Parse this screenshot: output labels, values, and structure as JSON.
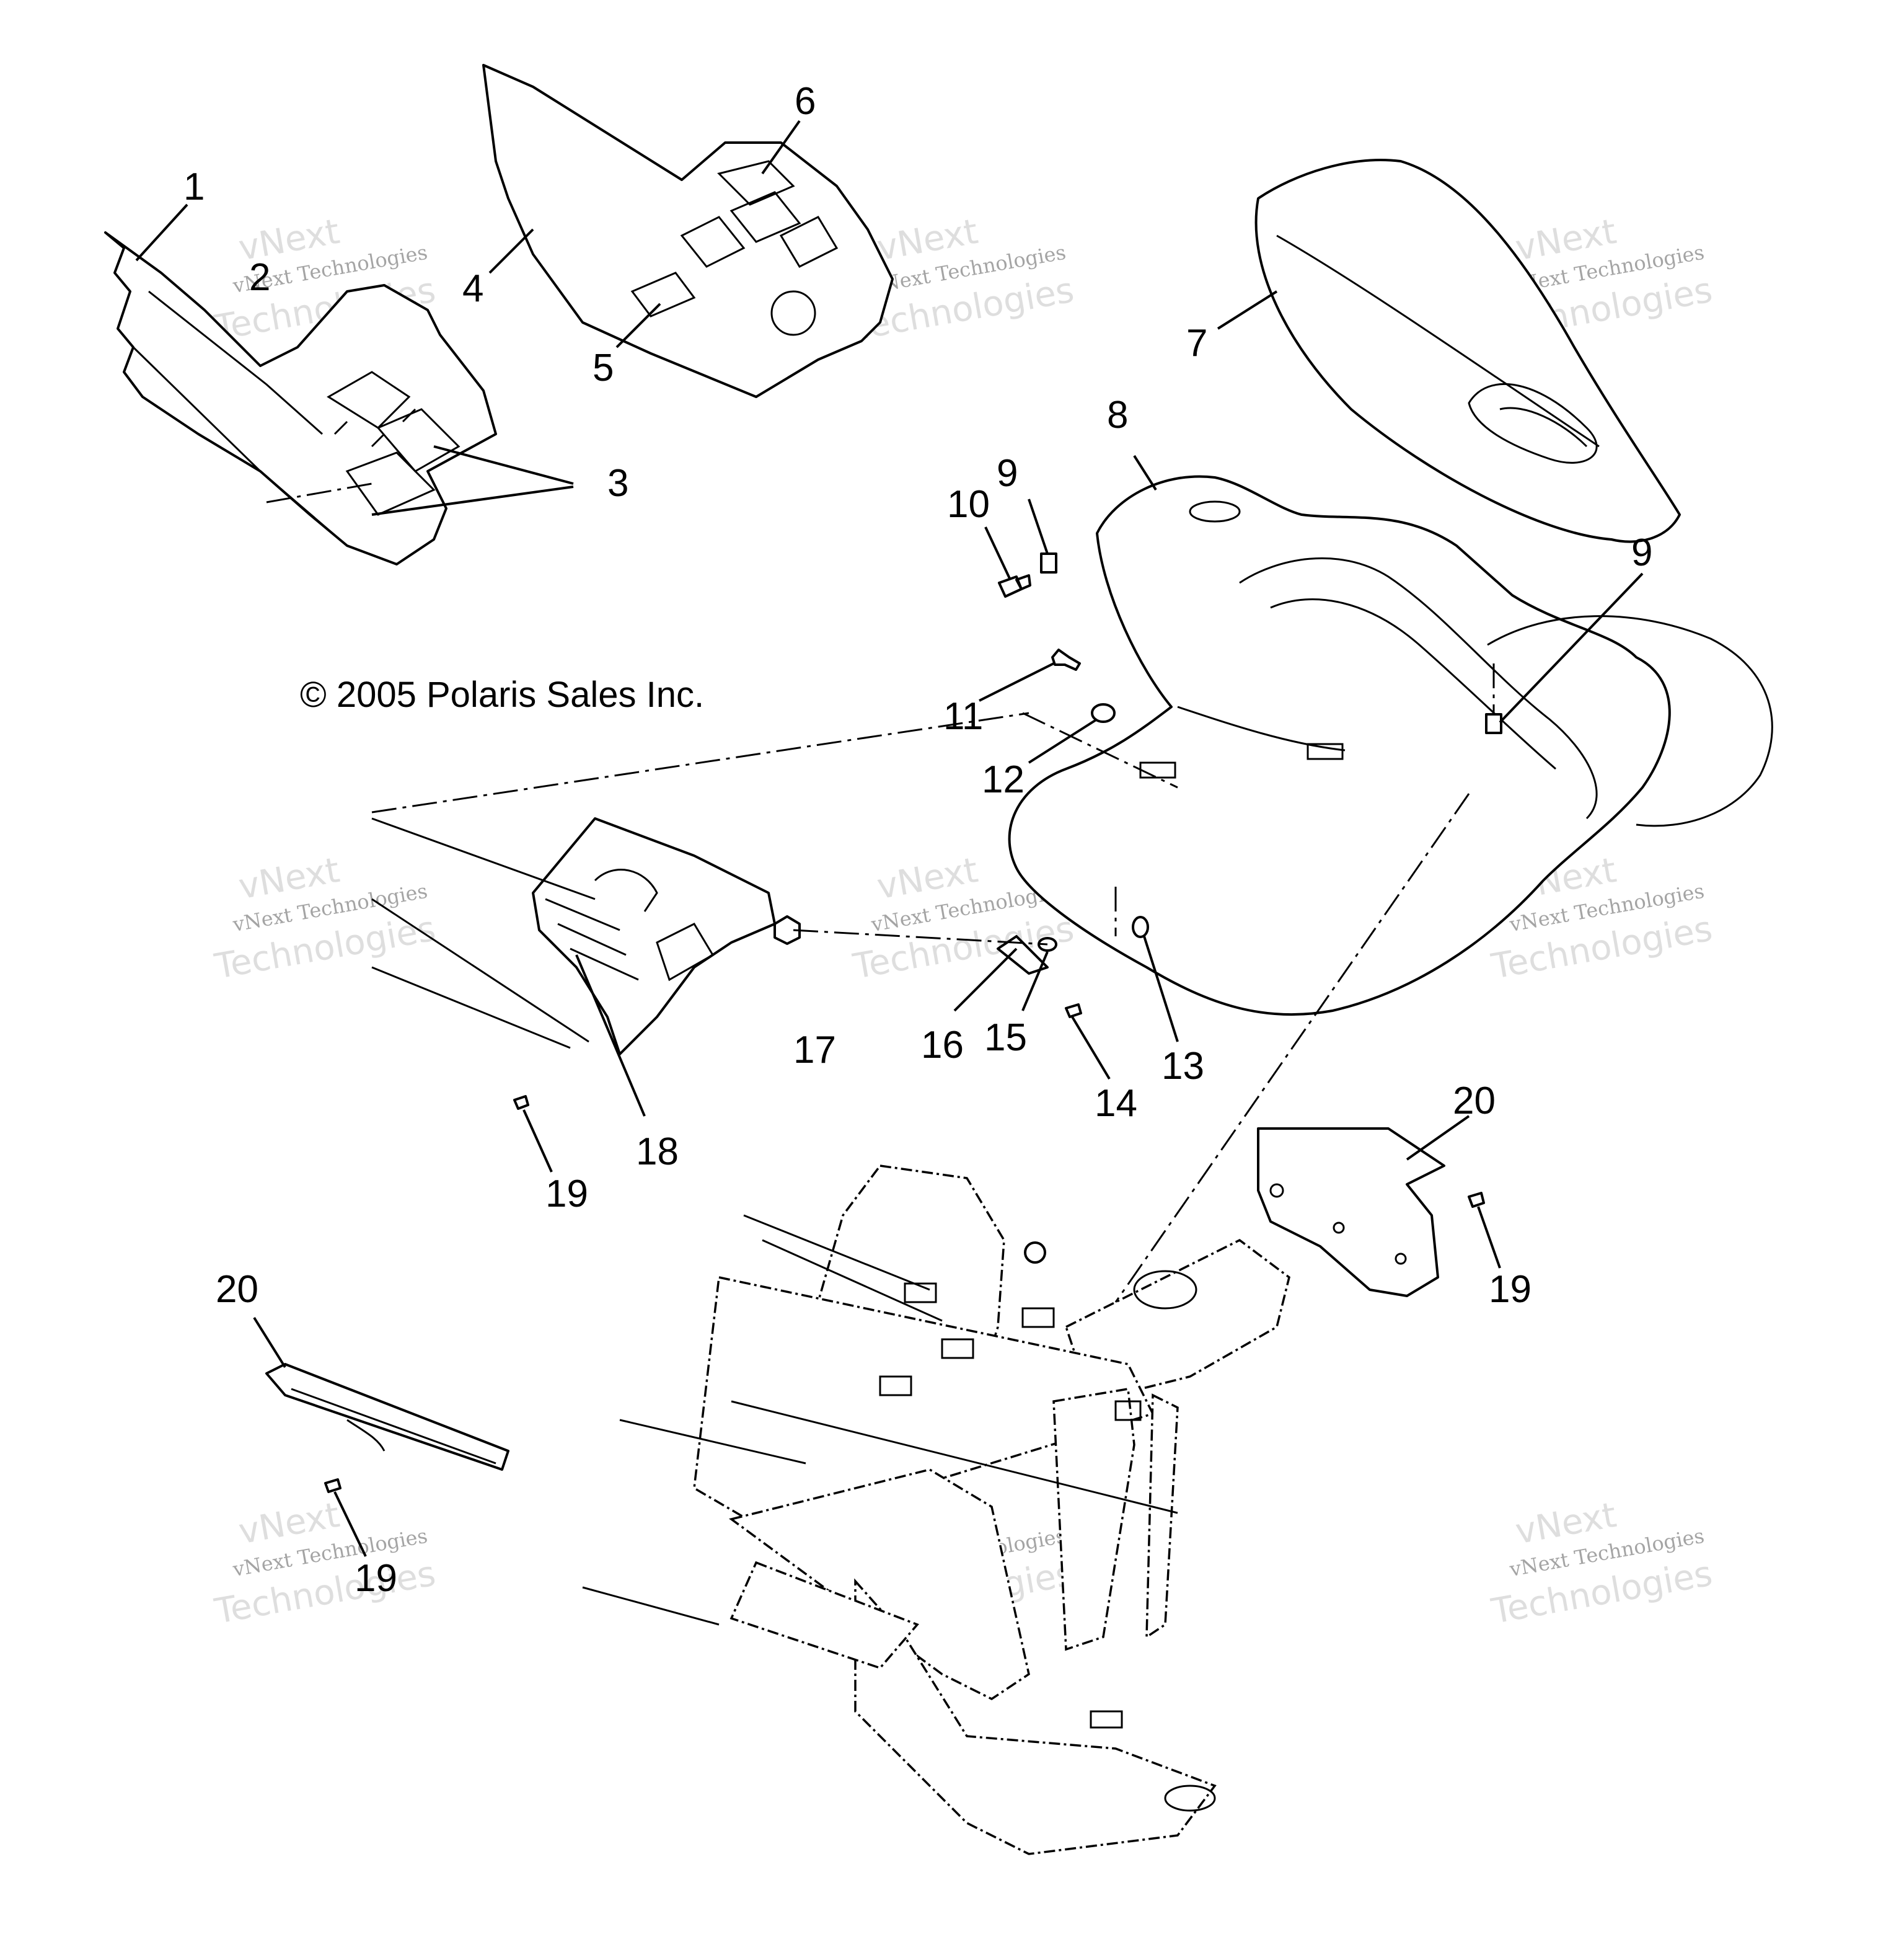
{
  "copyright": "© 2005 Polaris Sales Inc.",
  "watermark": {
    "line1": "vNext",
    "line2": "vNext Technologies",
    "line3": "Technologies"
  },
  "callouts": {
    "c1": "1",
    "c2": "2",
    "c3": "3",
    "c4": "4",
    "c5": "5",
    "c6": "6",
    "c7": "7",
    "c8": "8",
    "c9a": "9",
    "c9b": "9",
    "c10": "10",
    "c11": "11",
    "c12": "12",
    "c13": "13",
    "c14": "14",
    "c15": "15",
    "c16": "16",
    "c17": "17",
    "c18": "18",
    "c19a": "19",
    "c19b": "19",
    "c19c": "19",
    "c20a": "20",
    "c20b": "20"
  },
  "colors": {
    "line": "#000000",
    "background": "#ffffff",
    "watermark": "#d6d6d6"
  }
}
